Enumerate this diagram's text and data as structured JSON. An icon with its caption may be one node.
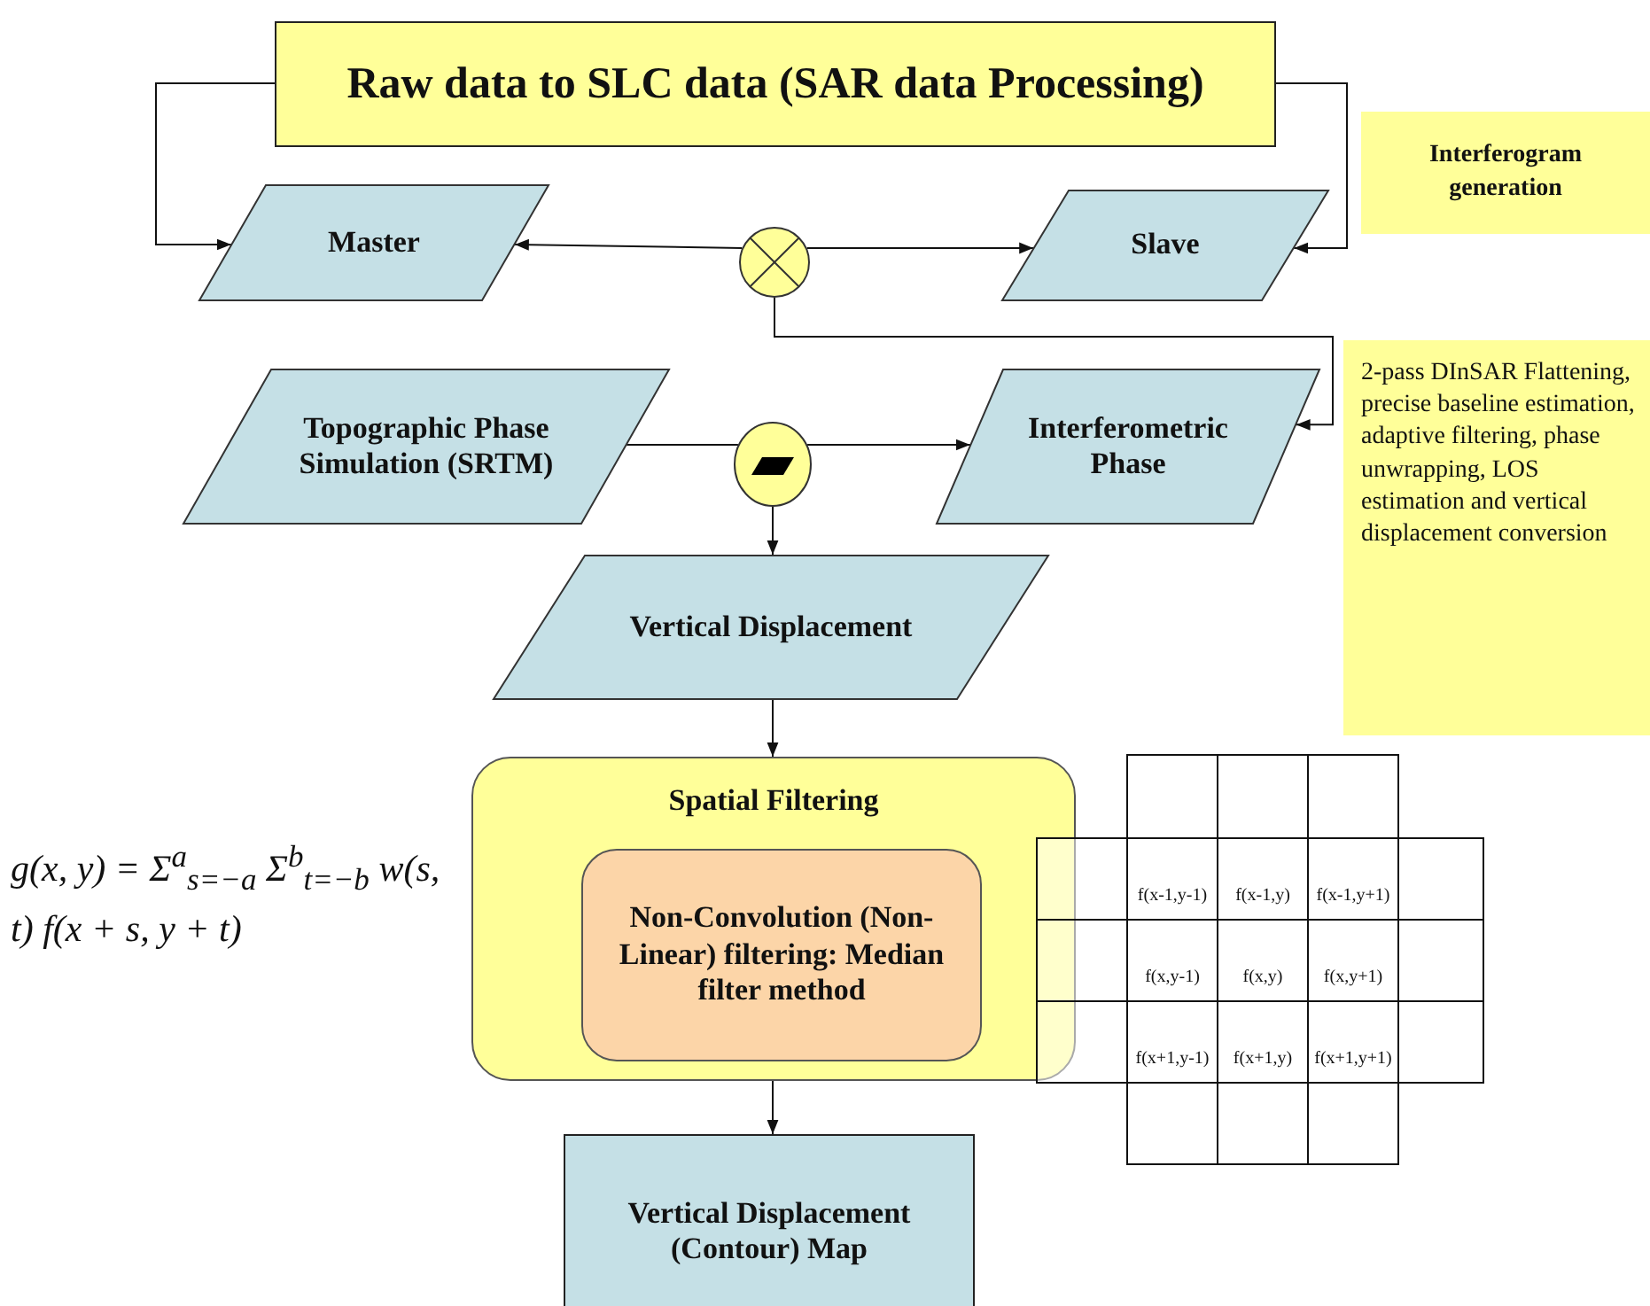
{
  "diagram": {
    "nodes": [
      {
        "text": [
          "Raw data to SLC data (SAR data Processing)"
        ]
      },
      {
        "text": [
          "Master"
        ]
      },
      {
        "text": [
          "Slave"
        ]
      },
      {
        "text": [],
        "shape": "circle"
      },
      {
        "text": [
          "Topographic Phase Simulation (SRTM)"
        ]
      },
      {
        "text": [],
        "shape": "circle"
      },
      {
        "text": [
          "Interferometric Phase"
        ]
      },
      {
        "text": [
          "Vertical Displacement"
        ]
      },
      {
        "text": [
          "Spatial Filtering"
        ]
      },
      {
        "text": [
          "Non-Convolution (Non-Linear) filtering: Median filter method"
        ],
        "in": 8
      },
      {
        "text": [
          "Vertical Displacement (Contour) Map"
        ]
      },
      {
        "text": [
          "Interferogram generation"
        ]
      },
      {
        "text": [
          "2-pass DInSAR Flattening, precise baseline estimation, adaptive filtering, phase unwrapping, LOS estimation and vertical displacement conversion"
        ]
      }
    ],
    "edges": [
      {
        "from": 0,
        "to": 1,
        "arrow": "to"
      },
      {
        "from": 0,
        "to": 2,
        "arrow": "to"
      },
      {
        "from": 3,
        "to": 1,
        "arrow": "to"
      },
      {
        "from": 3,
        "to": 2,
        "arrow": "to"
      },
      {
        "from": 3,
        "to": 6,
        "arrow": "to"
      },
      {
        "from": 4,
        "to": 5,
        "arrow": "none"
      },
      {
        "from": 5,
        "to": 6,
        "arrow": "to"
      },
      {
        "from": 5,
        "to": 7,
        "arrow": "to"
      },
      {
        "from": 7,
        "to": 8,
        "arrow": "to"
      },
      {
        "from": 8,
        "to": 10,
        "arrow": "to"
      }
    ],
    "labels": [
      "g(x, y) = Σ$^{a}$$_{s=−a}$ Σ$^{b}$$_{t=−b}$ w(s, t) f(x + s, y + t)",
      "f(x-1,y-1)",
      "f(x-1,y)",
      "f(x-1,y+1)",
      "f(x,y-1)",
      "f(x,y)",
      "f(x,y+1)",
      "f(x+1,y-1)",
      "f(x+1,y)",
      "f(x+1,y+1)"
    ]
  }
}
